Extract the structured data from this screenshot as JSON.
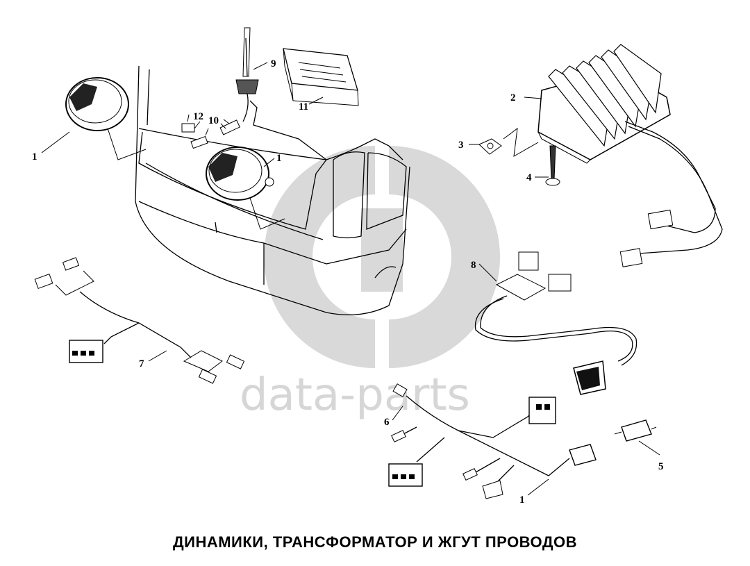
{
  "caption": "ДИНАМИКИ, ТРАНСФОРМАТОР И ЖГУТ ПРОВОДОВ",
  "watermark": "data-parts",
  "callouts": {
    "c1a": "1",
    "c1b": "1",
    "c1c": "1",
    "c2": "2",
    "c3": "3",
    "c4": "4",
    "c5": "5",
    "c6": "6",
    "c7": "7",
    "c8": "8",
    "c9": "9",
    "c10": "10",
    "c11": "11",
    "c12": "12"
  },
  "colors": {
    "ink": "#000000",
    "watermark": "#d6d6d6"
  }
}
